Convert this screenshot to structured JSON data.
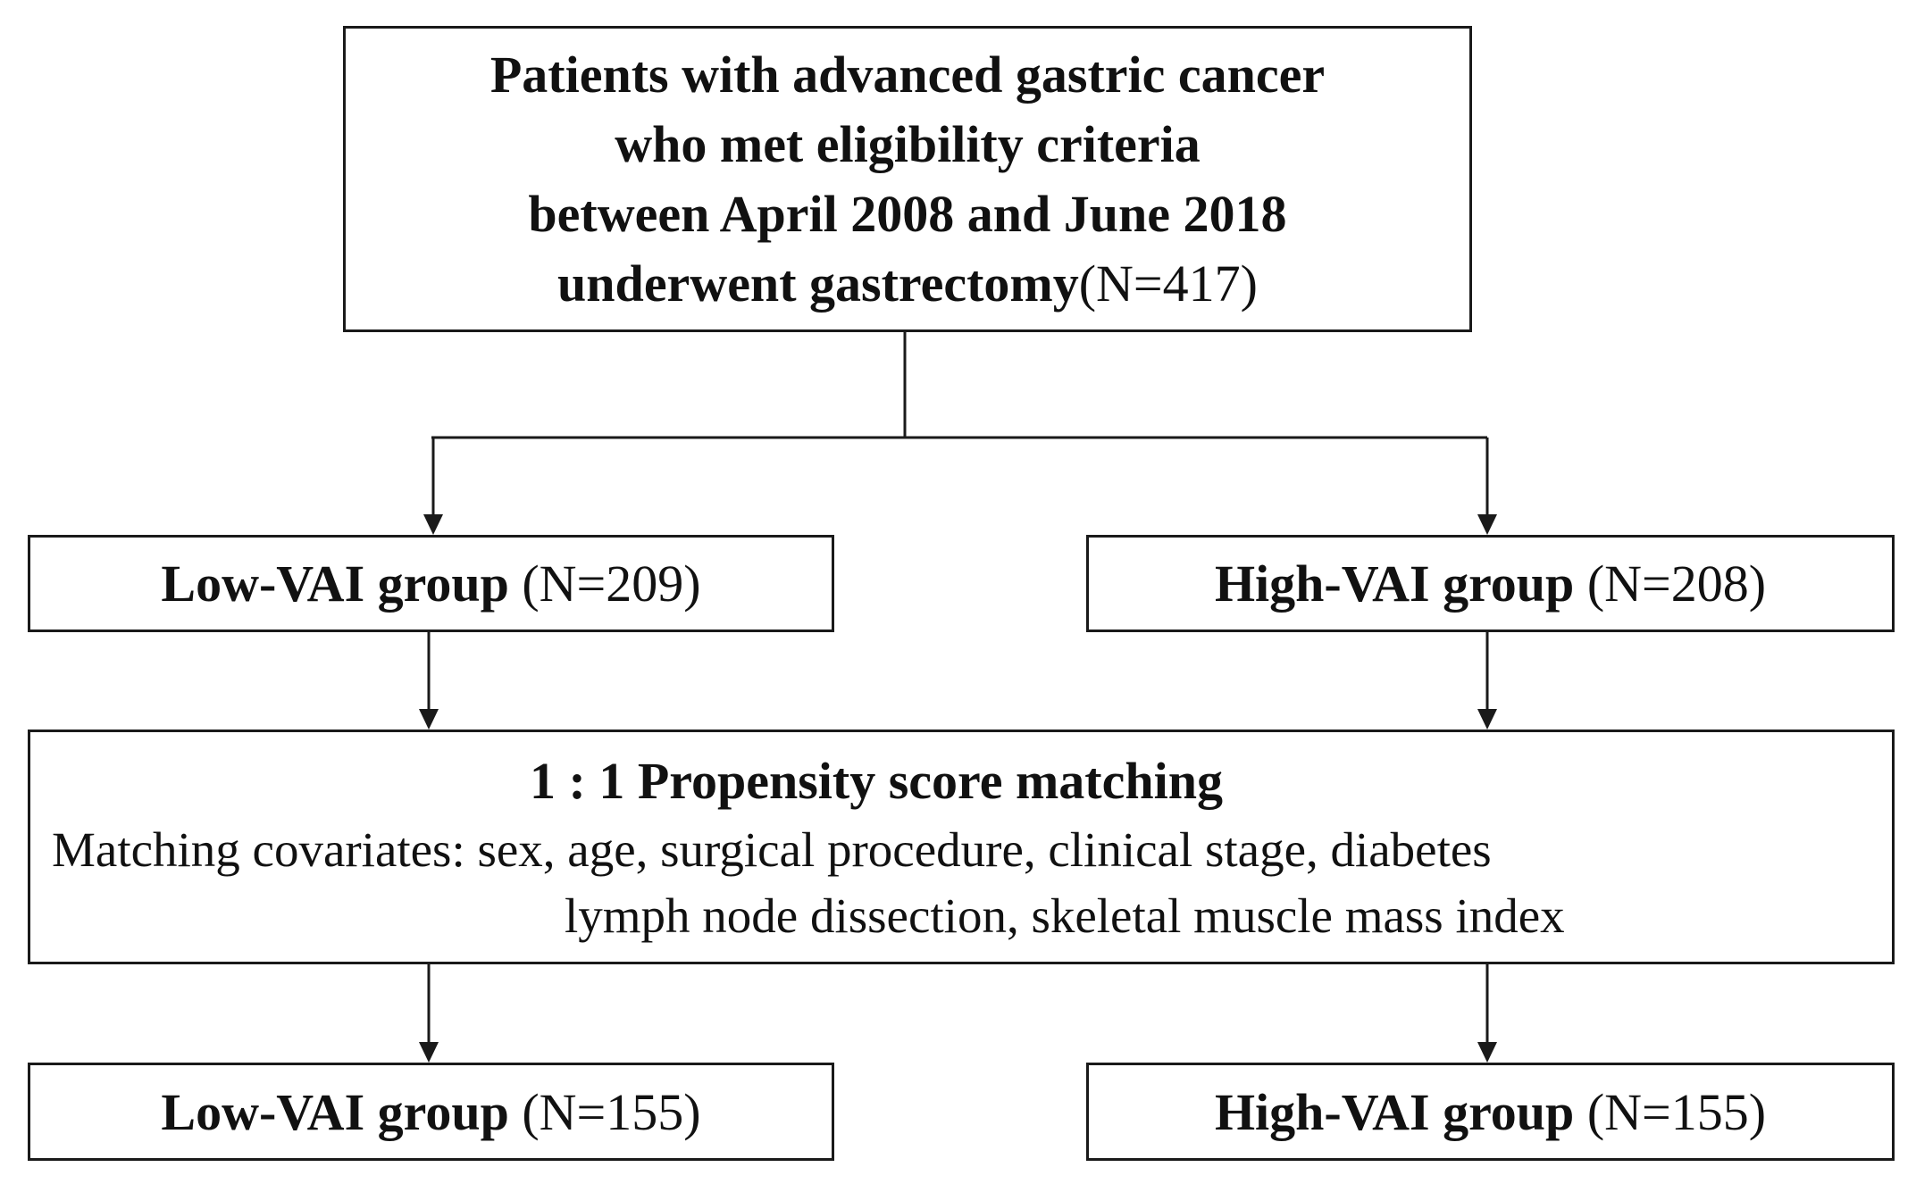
{
  "top_box": {
    "line1": "Patients with advanced gastric cancer",
    "line2": "who met eligibility criteria",
    "line3": "between April 2008 and June 2018",
    "line4_bold": "underwent gastrectomy",
    "line4_count": "(N=417)"
  },
  "before_matching": {
    "low": {
      "label": "Low-VAI group",
      "count": "(N=209)"
    },
    "high": {
      "label": "High-VAI group",
      "count": "(N=208)"
    }
  },
  "matching": {
    "title": "1 : 1 Propensity score matching",
    "covariates_line1": "Matching covariates: sex, age, surgical procedure, clinical stage, diabetes",
    "covariates_line2": "lymph node dissection, skeletal muscle mass index"
  },
  "after_matching": {
    "low": {
      "label": "Low-VAI group",
      "count": "(N=155)"
    },
    "high": {
      "label": "High-VAI group",
      "count": "(N=155)"
    }
  },
  "colors": {
    "line": "#1a1a1a",
    "text": "#111111",
    "background": "#ffffff"
  }
}
